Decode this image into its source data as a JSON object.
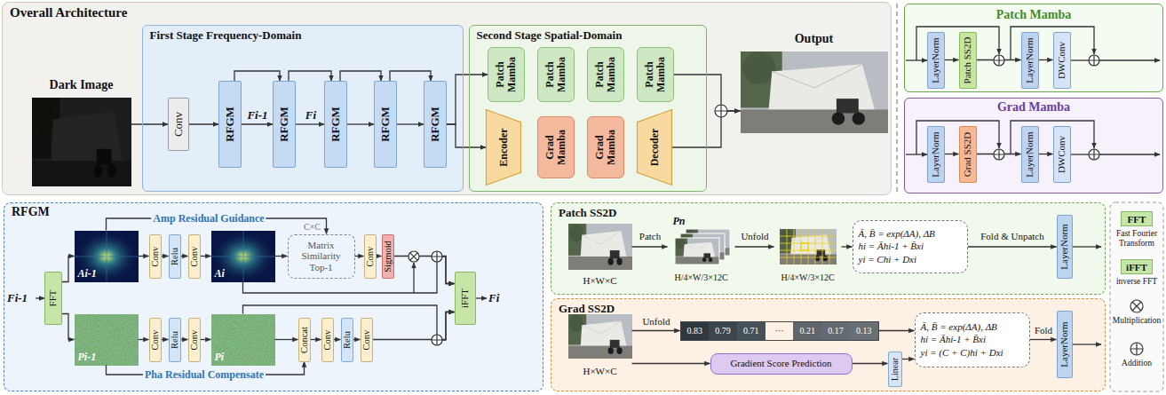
{
  "diagram": {
    "nodes": [
      {
        "text": [
          "Overall Architecture"
        ]
      },
      {
        "text": [
          "Dark Image"
        ],
        "in": 0
      },
      {
        "text": [
          "First Stage Frequency-Domain"
        ],
        "in": 0
      },
      {
        "text": [
          "Conv"
        ],
        "in": 2
      },
      {
        "text": [
          "RFGM"
        ],
        "in": 2
      },
      {
        "text": [
          "RFGM"
        ],
        "in": 2
      },
      {
        "text": [
          "RFGM"
        ],
        "in": 2
      },
      {
        "text": [
          "RFGM"
        ],
        "in": 2
      },
      {
        "text": [
          "RFGM"
        ],
        "in": 2
      },
      {
        "text": [
          "Second Stage Spatial-Domain"
        ],
        "in": 0
      },
      {
        "text": [
          "Patch Mamba"
        ],
        "in": 9
      },
      {
        "text": [
          "Patch Mamba"
        ],
        "in": 9
      },
      {
        "text": [
          "Patch Mamba"
        ],
        "in": 9
      },
      {
        "text": [
          "Patch Mamba"
        ],
        "in": 9
      },
      {
        "text": [
          "Encoder"
        ],
        "in": 9
      },
      {
        "text": [
          "Grad Mamba"
        ],
        "in": 9
      },
      {
        "text": [
          "Grad Mamba"
        ],
        "in": 9
      },
      {
        "text": [
          "Decoder"
        ],
        "in": 9
      },
      {
        "text": [
          "Output"
        ],
        "in": 0
      },
      {
        "text": [
          "Patch Mamba"
        ]
      },
      {
        "text": [
          "LayerNorm"
        ],
        "in": 19
      },
      {
        "text": [
          "Patch SS2D"
        ],
        "in": 19
      },
      {
        "text": [
          "LayerNorm"
        ],
        "in": 19
      },
      {
        "text": [
          "DWConv"
        ],
        "in": 19
      },
      {
        "text": [
          "Grad Mamba"
        ]
      },
      {
        "text": [
          "LayerNorm"
        ],
        "in": 24
      },
      {
        "text": [
          "Grad SS2D"
        ],
        "in": 24
      },
      {
        "text": [
          "LayerNorm"
        ],
        "in": 24
      },
      {
        "text": [
          "DWConv"
        ],
        "in": 24
      },
      {
        "text": [
          "RFGM"
        ]
      },
      {
        "text": [
          "FFT"
        ],
        "in": 29
      },
      {
        "text": [
          "Ai-1"
        ],
        "in": 29
      },
      {
        "text": [
          "Conv"
        ],
        "in": 29
      },
      {
        "text": [
          "Relu"
        ],
        "in": 29
      },
      {
        "text": [
          "Conv"
        ],
        "in": 29
      },
      {
        "text": [
          "Ai"
        ],
        "in": 29
      },
      {
        "text": [
          "Matrix Similarity Top-1"
        ],
        "in": 29
      },
      {
        "text": [
          "Conv"
        ],
        "in": 29
      },
      {
        "text": [
          "Sigmoid"
        ],
        "in": 29
      },
      {
        "text": [
          "iFFT"
        ],
        "in": 29
      },
      {
        "text": [
          "Pi-1"
        ],
        "in": 29
      },
      {
        "text": [
          "Conv"
        ],
        "in": 29
      },
      {
        "text": [
          "Relu"
        ],
        "in": 29
      },
      {
        "text": [
          "Conv"
        ],
        "in": 29
      },
      {
        "text": [
          "Pi"
        ],
        "in": 29
      },
      {
        "text": [
          "Concat"
        ],
        "in": 29
      },
      {
        "text": [
          "Conv"
        ],
        "in": 29
      },
      {
        "text": [
          "Relu"
        ],
        "in": 29
      },
      {
        "text": [
          "Conv"
        ],
        "in": 29
      },
      {
        "text": [
          "Patch SS2D"
        ]
      },
      {
        "text": [
          "H×W×C"
        ],
        "in": 49
      },
      {
        "text": [
          "Pn",
          "H/4×W/3×12C"
        ],
        "in": 49
      },
      {
        "text": [
          "H/4×W/3×12C"
        ],
        "in": 49
      },
      {
        "text": [
          "Ā, B̄ = exp(ΔA), ΔB",
          "hi = Āhi-1 + B̄xi",
          "yi = Chi + Dxi"
        ],
        "in": 49
      },
      {
        "text": [
          "LayerNorm"
        ],
        "in": 49
      },
      {
        "text": [
          "Grad SS2D"
        ]
      },
      {
        "text": [
          "H×W×C"
        ],
        "in": 55
      },
      {
        "text": [
          "0.83",
          "0.79",
          "0.71",
          "···",
          "0.21",
          "0.17",
          "0.13"
        ],
        "in": 55
      },
      {
        "text": [
          "Gradient Score Prediction"
        ],
        "in": 55
      },
      {
        "text": [
          "Linear"
        ],
        "in": 55
      },
      {
        "text": [
          "Ā, B̄ = exp(ΔA), ΔB",
          "hi = Āhi-1 + B̄xi",
          "yi = (C + C)hi + Dxi"
        ],
        "in": 55
      },
      {
        "text": [
          "LayerNorm"
        ],
        "in": 55
      }
    ],
    "edges": [
      {
        "from": 1,
        "to": 3,
        "arrow": "to"
      },
      {
        "from": 3,
        "to": 4,
        "arrow": "to"
      },
      {
        "from": 4,
        "to": 5,
        "arrow": "to",
        "label": "Fi-1"
      },
      {
        "from": 5,
        "to": 6,
        "arrow": "to",
        "label": "Fi"
      },
      {
        "from": 6,
        "to": 7,
        "arrow": "to"
      },
      {
        "from": 7,
        "to": 8,
        "arrow": "to"
      },
      {
        "from": 4,
        "to": 5,
        "arrow": "to"
      },
      {
        "from": 5,
        "to": 6,
        "arrow": "to"
      },
      {
        "from": 6,
        "to": 7,
        "arrow": "to"
      },
      {
        "from": 7,
        "to": 8,
        "arrow": "to"
      },
      {
        "from": 8,
        "to": 10,
        "arrow": "to"
      },
      {
        "from": 8,
        "to": 14,
        "arrow": "to"
      },
      {
        "from": 13,
        "to": 18,
        "arrow": "to"
      },
      {
        "from": 17,
        "to": 18,
        "arrow": "to"
      },
      {
        "from": 20,
        "to": 21,
        "arrow": "to"
      },
      {
        "from": 21,
        "to": 22,
        "arrow": "to"
      },
      {
        "from": 22,
        "to": 23,
        "arrow": "to"
      },
      {
        "from": 25,
        "to": 26,
        "arrow": "to"
      },
      {
        "from": 26,
        "to": 27,
        "arrow": "to"
      },
      {
        "from": 27,
        "to": 28,
        "arrow": "to"
      },
      {
        "from": 30,
        "to": 31,
        "arrow": "to"
      },
      {
        "from": 30,
        "to": 40,
        "arrow": "to"
      },
      {
        "from": 31,
        "to": 32,
        "arrow": "to"
      },
      {
        "from": 32,
        "to": 33,
        "arrow": "to"
      },
      {
        "from": 33,
        "to": 34,
        "arrow": "to"
      },
      {
        "from": 34,
        "to": 35,
        "arrow": "to"
      },
      {
        "from": 35,
        "to": 36,
        "arrow": "to"
      },
      {
        "from": 36,
        "to": 37,
        "arrow": "to"
      },
      {
        "from": 37,
        "to": 38,
        "arrow": "to"
      },
      {
        "from": 38,
        "to": 39,
        "arrow": "to"
      },
      {
        "from": 35,
        "to": 39,
        "arrow": "to"
      },
      {
        "from": 31,
        "to": 36,
        "arrow": "to",
        "label": "Amp Residual Guidance"
      },
      {
        "from": 40,
        "to": 41,
        "arrow": "to"
      },
      {
        "from": 41,
        "to": 42,
        "arrow": "to"
      },
      {
        "from": 42,
        "to": 43,
        "arrow": "to"
      },
      {
        "from": 43,
        "to": 44,
        "arrow": "to"
      },
      {
        "from": 44,
        "to": 45,
        "arrow": "to"
      },
      {
        "from": 45,
        "to": 46,
        "arrow": "to"
      },
      {
        "from": 46,
        "to": 47,
        "arrow": "to"
      },
      {
        "from": 47,
        "to": 48,
        "arrow": "to"
      },
      {
        "from": 48,
        "to": 39,
        "arrow": "to"
      },
      {
        "from": 44,
        "to": 39,
        "arrow": "to"
      },
      {
        "from": 40,
        "to": 45,
        "arrow": "to",
        "label": "Pha Residual Compensate"
      },
      {
        "from": 50,
        "to": 51,
        "arrow": "to",
        "label": "Patch"
      },
      {
        "from": 51,
        "to": 52,
        "arrow": "to",
        "label": "Unfold"
      },
      {
        "from": 52,
        "to": 53,
        "arrow": "to"
      },
      {
        "from": 53,
        "to": 54,
        "arrow": "to",
        "label": "Fold & Unpatch"
      },
      {
        "from": 56,
        "to": 57,
        "arrow": "to",
        "label": "Unfold"
      },
      {
        "from": 56,
        "to": 58,
        "arrow": "to"
      },
      {
        "from": 58,
        "to": 59,
        "arrow": "to"
      },
      {
        "from": 59,
        "to": 60,
        "arrow": "to"
      },
      {
        "from": 57,
        "to": 60,
        "arrow": "to"
      },
      {
        "from": 60,
        "to": 61,
        "arrow": "to",
        "label": "Fold"
      }
    ],
    "labels": [
      "Fi-1",
      "C×C",
      "Fi",
      "FFT",
      "iFFT"
    ],
    "legend": [
      {
        "text": "Fast Fourier Transform",
        "color": "#c5e6a6"
      },
      {
        "text": "inverse FFT",
        "color": "#c5e6a6"
      },
      {
        "text": "Multiplication"
      },
      {
        "text": "Addition"
      }
    ]
  }
}
